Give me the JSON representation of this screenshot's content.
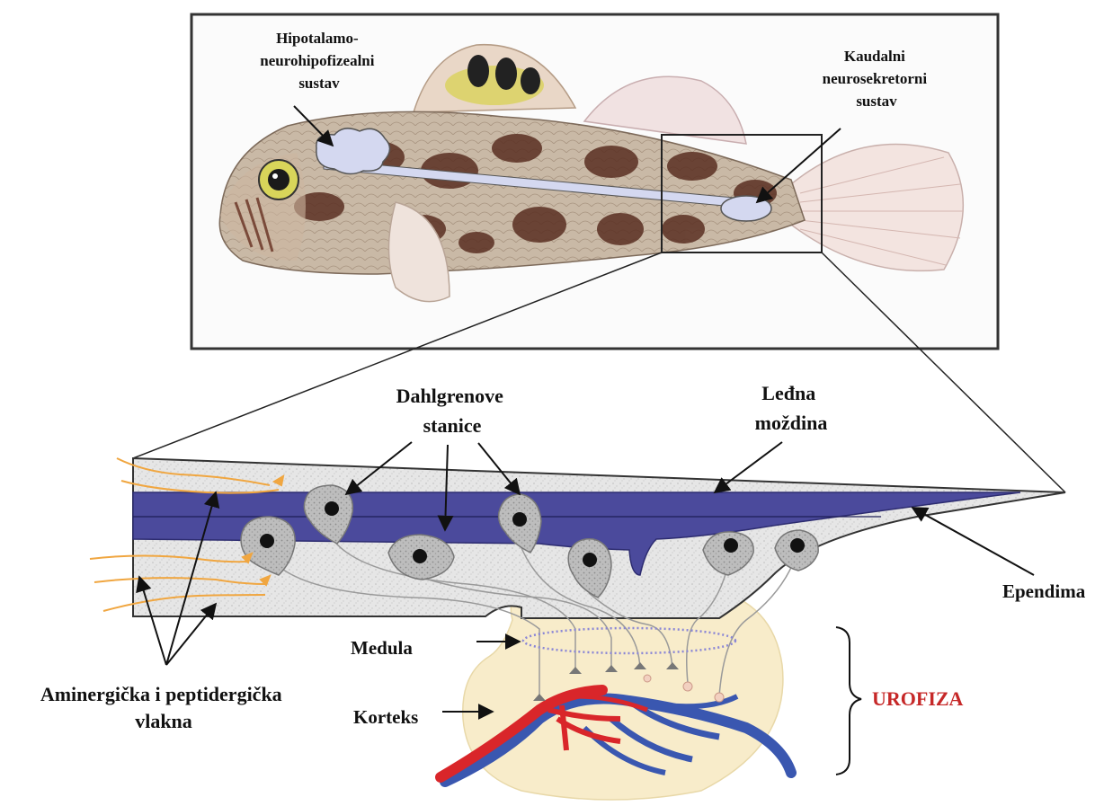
{
  "fish_panel": {
    "label_hypothalamic": [
      "Hipotalamo-",
      "neurohipofizealni",
      "sustav"
    ],
    "label_caudal": [
      "Kaudalni",
      "neurosekretorni",
      "sustav"
    ]
  },
  "detail": {
    "label_dahlgren": [
      "Dahlgrenove",
      "stanice"
    ],
    "label_spinal_cord": [
      "Leđna",
      "moždina"
    ],
    "label_ependyma": "Ependima",
    "label_fibers": [
      "Aminergička i peptidergička",
      "vlakna"
    ],
    "label_medulla": "Medula",
    "label_cortex": "Korteks",
    "label_urophysis": "UROFIZA"
  },
  "colors": {
    "ependyma": "#4b4a9c",
    "spinal_cord": "#e4e4e4",
    "urophysis": "#f8ecca",
    "artery": "#d9262a",
    "vein": "#3a57b0",
    "fibers": "#f0a640",
    "urophysis_label": "#c62828",
    "neurosecretory_system": "#d4d8f0"
  },
  "icons": [
    "fish-illustration",
    "dahlgren-cell-icon",
    "blood-vessel-icon"
  ]
}
